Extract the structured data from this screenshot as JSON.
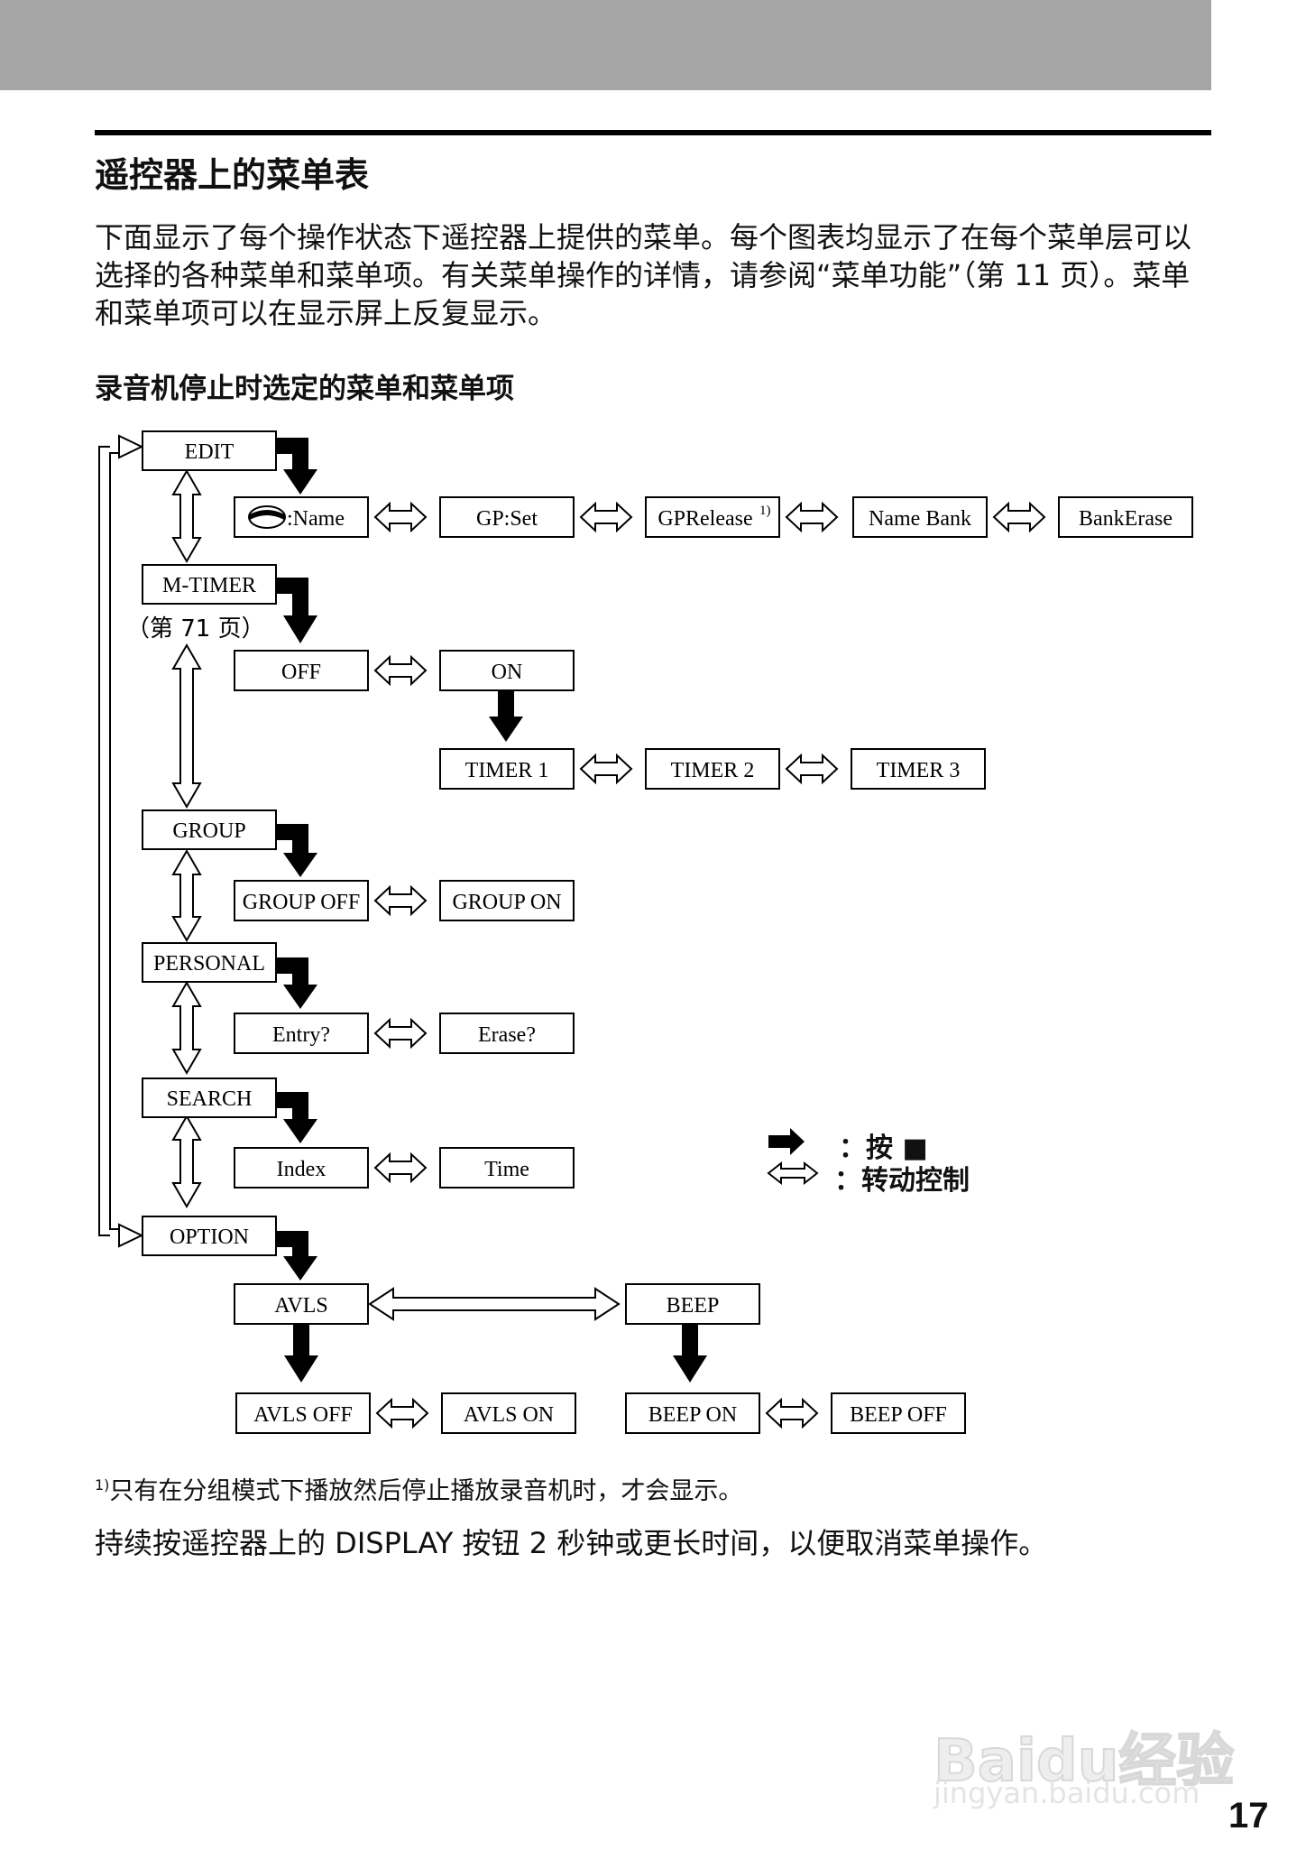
{
  "section_title": "遥控器上的菜单表",
  "intro": "下面显示了每个操作状态下遥控器上提供的菜单。每个图表均显示了在每个菜单层可以选择的各种菜单和菜单项。有关菜单操作的详情，请参阅“菜单功能”（第 11 页）。菜单和菜单项可以在显示屏上反复显示。",
  "subtitle": "录音机停止时选定的菜单和菜单项",
  "menus": {
    "edit": "EDIT",
    "mtimer": "M-TIMER",
    "mtimer_ref": "（第 71 页）",
    "group": "GROUP",
    "personal": "PERSONAL",
    "search": "SEARCH",
    "option": "OPTION"
  },
  "items": {
    "disc_name": ":Name",
    "gp_set": "GP:Set",
    "gp_release": "GPRelease",
    "gp_release_note": "1)",
    "name_bank": "Name Bank",
    "bank_erase": "BankErase",
    "off": "OFF",
    "on": "ON",
    "timer1": "TIMER 1",
    "timer2": "TIMER 2",
    "timer3": "TIMER 3",
    "group_off": "GROUP OFF",
    "group_on": "GROUP ON",
    "entry": "Entry?",
    "erase": "Erase?",
    "index": "Index",
    "time": "Time",
    "avls": "AVLS",
    "beep": "BEEP",
    "avls_off": "AVLS OFF",
    "avls_on": "AVLS ON",
    "beep_on": "BEEP ON",
    "beep_off": "BEEP OFF"
  },
  "legend": {
    "press_label": "：按 ■",
    "rotate_label": "：转动控制"
  },
  "footnote_mark": "1)",
  "footnote": "只有在分组模式下播放然后停止播放录音机时，才会显示。",
  "cancel_note": "持续按遥控器上的 DISPLAY 按钮 2 秒钟或更长时间，以便取消菜单操作。",
  "watermark": {
    "brand": "Baidu经验",
    "url": "jingyan.baidu.com"
  },
  "page_number": "17"
}
